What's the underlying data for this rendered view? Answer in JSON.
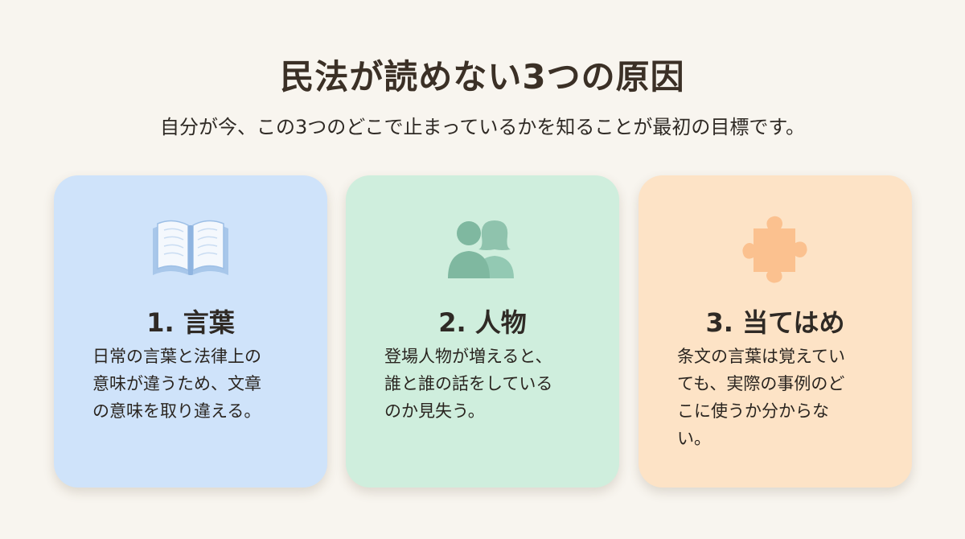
{
  "header": {
    "title": "民法が読めない3つの原因",
    "subtitle": "自分が今、この3つのどこで止まっているかを知ることが最初の目標です。"
  },
  "cards": [
    {
      "heading": "1. 言葉",
      "body": "日常の言葉と法律上の\n意味が違うため、文章\nの意味を取り違える。",
      "icon": "open-book-icon",
      "color": "#cfe3fa"
    },
    {
      "heading": "2. 人物",
      "body": "登場人物が増えると、\n誰と誰の話をしている\nのか見失う。",
      "icon": "people-icon",
      "color": "#cfeedd"
    },
    {
      "heading": "3. 当てはめ",
      "body": "条文の言葉は覚えてい\nても、実際の事例のど\nこに使うか分からな\nい。",
      "icon": "puzzle-piece-icon",
      "color": "#fde3c6"
    }
  ]
}
